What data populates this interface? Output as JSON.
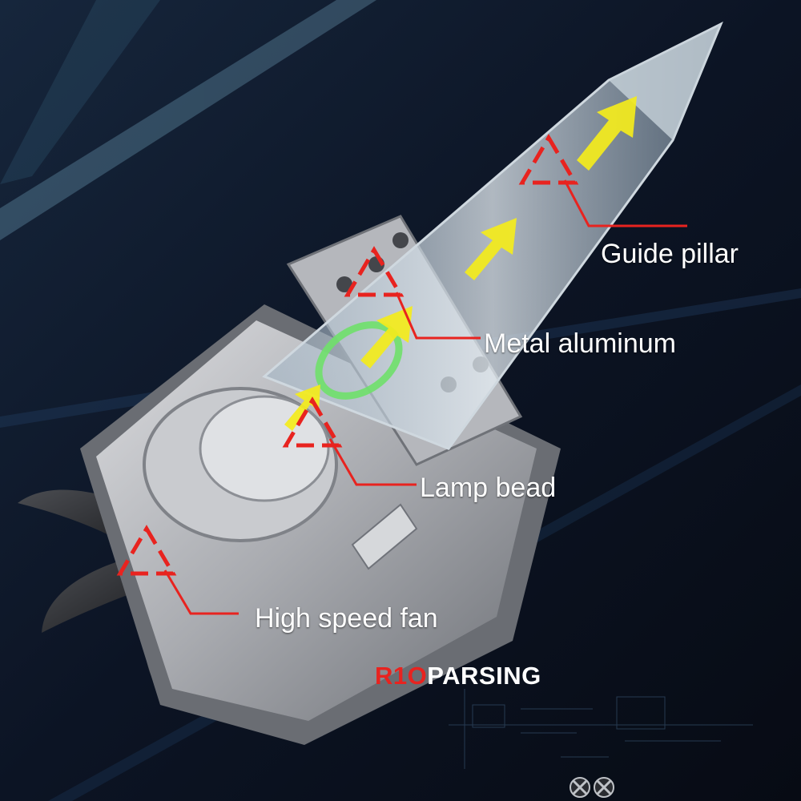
{
  "callouts": {
    "guide_pillar": "Guide pillar",
    "metal_aluminum": "Metal aluminum",
    "lamp_bead": "Lamp bead",
    "high_speed_fan": "High speed fan"
  },
  "brand": {
    "prefix": "R1O",
    "suffix": "PARSING"
  },
  "colors": {
    "background": "#0b1220",
    "accent_red": "#e8231f",
    "arrow_yellow": "#f4ec1c",
    "ring_green": "#6fe06a",
    "text": "#ffffff"
  },
  "icons": [
    "triangle-marker-icon",
    "yellow-arrow-icon"
  ]
}
